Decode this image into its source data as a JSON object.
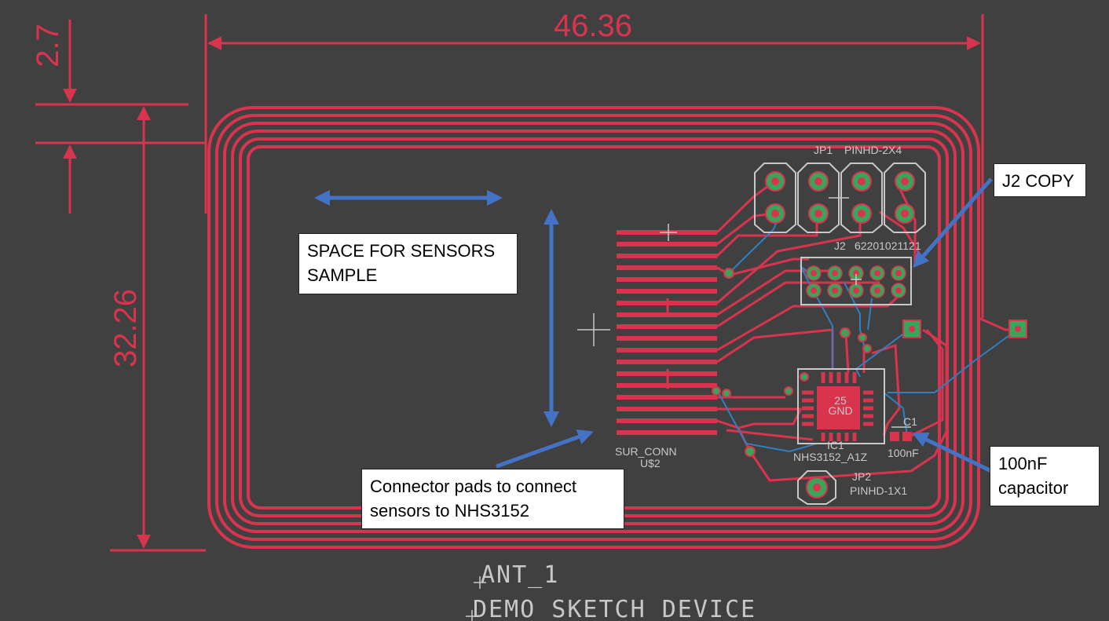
{
  "colors": {
    "background": "#404040",
    "copper_top": "#d9344e",
    "copper_bottom": "#2f7fc1",
    "via_pad": "#3aa55a",
    "silkscreen": "#c8c8c8",
    "annotation_arrow": "#4472c4"
  },
  "dimensions": {
    "width": "46.36",
    "height": "32.26",
    "margin": "2.7"
  },
  "labels": {
    "jp1": "JP1",
    "jp1_value": "PINHD-2X4",
    "j2": "J2",
    "j2_value": "62201021121",
    "connector": "SUR_CONN",
    "connector_ref": "U$2",
    "ic_ref": "IC1",
    "ic_value": "NHS3152_A1Z",
    "ic_pad_num": "25",
    "ic_pad_name": "GND",
    "cap_ref": "C1",
    "cap_value": "100nF",
    "jp2": "JP2",
    "jp2_value": "PINHD-1X1",
    "antenna": "ANT_1",
    "device": "DEMO_SKETCH_DEVICE"
  },
  "callouts": {
    "sensors_space": "SPACE FOR SENSORS\nSAMPLE",
    "j2_copy": "J2 COPY",
    "connector_pads": "Connector pads to connect\nsensors to NHS3152",
    "capacitor": "100nF\ncapacitor"
  },
  "icons": {
    "horizontal_arrow": "double-arrow-horizontal",
    "vertical_arrow": "double-arrow-vertical",
    "callout_arrow": "arrow"
  }
}
